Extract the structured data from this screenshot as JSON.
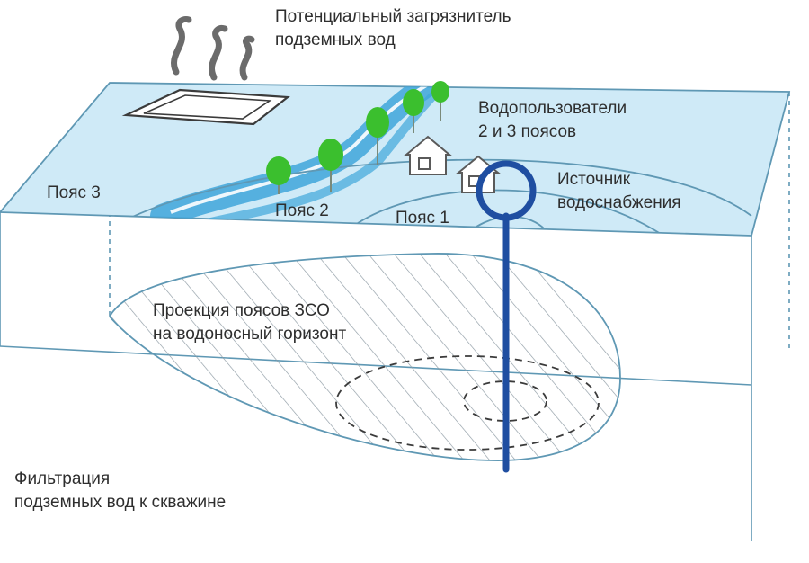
{
  "labels": {
    "pollutant": [
      "Потенциальный загрязнитель",
      "подземных вод"
    ],
    "water_users": [
      "Водопользователи",
      "2 и 3 поясов"
    ],
    "water_source": [
      "Источник",
      "водоснабжения"
    ],
    "belt_3": "Пояс 3",
    "belt_2": "Пояс 2",
    "belt_1": "Пояс 1",
    "projection": [
      "Проекция поясов ЗСО",
      "на водоносный горизонт"
    ],
    "filtration": [
      "Фильтрация",
      "подземных вод к скважине"
    ]
  },
  "colors": {
    "surface": "#cfeaf7",
    "outline": "#5f98b4",
    "river": "#3fa6da",
    "well": "#1f4ea1",
    "tree": "#3bbf2e",
    "trunk": "#7a8a7a",
    "hatch": "#8d9aa3",
    "text": "#2e2e2e"
  },
  "icons": [
    "smoke-icon",
    "factory-icon",
    "house-icon",
    "tree-icon",
    "well-icon"
  ]
}
